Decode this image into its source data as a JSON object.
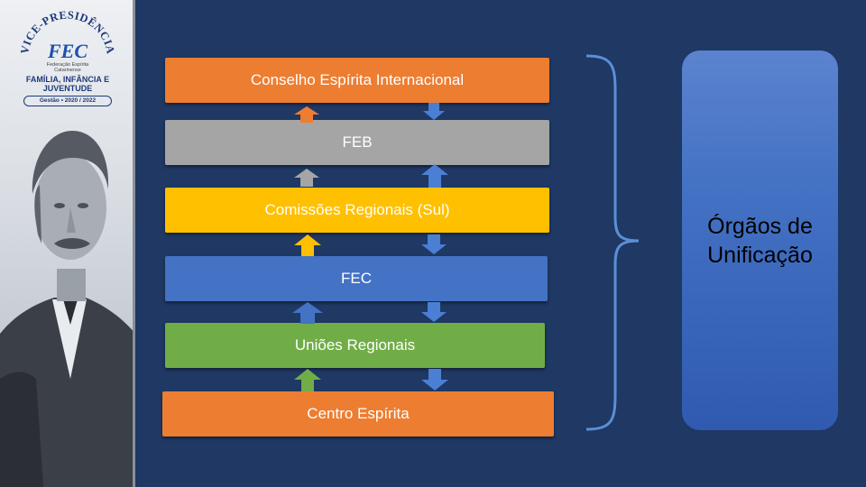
{
  "logo": {
    "arc_text": "VICE-PRESIDÊNCIA",
    "initials": "FEC",
    "org_line1": "Federação Espírita",
    "org_line2": "Catarinense",
    "area": "FAMÍLIA, INFÂNCIA E JUVENTUDE",
    "edition": "Gestão • 2020 / 2022"
  },
  "levels": [
    {
      "label": "Conselho Espírita Internacional",
      "color": "#ed7d31"
    },
    {
      "label": "FEB",
      "color": "#a5a5a5"
    },
    {
      "label": "Comissões Regionais (Sul)",
      "color": "#ffc000"
    },
    {
      "label": "FEC",
      "color": "#4472c4"
    },
    {
      "label": "Uniões Regionais",
      "color": "#70ad47"
    },
    {
      "label": "Centro Espírita",
      "color": "#ed7d31"
    }
  ],
  "group_label_line1": "Órgãos de",
  "group_label_line2": "Unificação",
  "colors": {
    "background": "#1f3864",
    "down_arrow": "#4a7fd4",
    "bracket": "#5b8fd6"
  }
}
